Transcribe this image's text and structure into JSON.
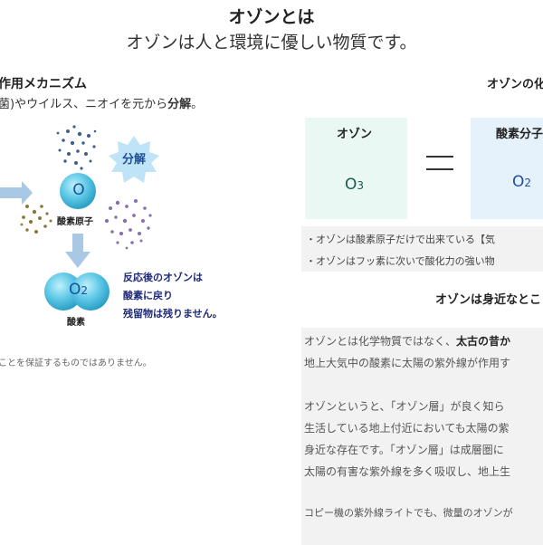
{
  "header": {
    "title": "オゾンとは",
    "subtitle": "オゾンは人と環境に優しい物質です。"
  },
  "mechanism": {
    "heading": "作用メカニズム",
    "desc_prefix": "菌)やウイルス、ニオイを元から",
    "desc_bold": "分解",
    "desc_suffix": "。",
    "badge_label": "分解",
    "o_symbol": "O",
    "o_label": "酸素原子",
    "o2_symbol": "O",
    "o2_sub": "2",
    "o2_label": "酸素",
    "note_lines": [
      "反応後のオゾンは",
      "酸素に戻り",
      "残留物は残りません。"
    ],
    "disclaimer": "ことを保証するものではありません。"
  },
  "right": {
    "heading": "オゾンの化",
    "ozone_panel_title": "オゾン",
    "ozone_symbol": "O",
    "ozone_sub": "3",
    "oxygen_panel_title": "酸素分子",
    "oxygen_symbol": "O",
    "oxygen_sub": "2",
    "notes": [
      "・オゾンは酸素原子だけで出来ている【気",
      "・オゾンはフッ素に次いで酸化力の強い物"
    ],
    "sub_heading": "オゾンは身近なとこ",
    "para1_prefix": "オゾンとは化学物質ではなく、",
    "para1_bold": "太古の昔か",
    "para1_line2": "地上大気中の酸素に太陽の紫外線が作用す",
    "para2_lines": [
      "オゾンというと、「オゾン層」が良く知ら",
      "生活している地上付近においても太陽の紫",
      "身近な存在です。「オゾン層」は成層圏に",
      "太陽の有害な紫外線を多く吸収し、地上生"
    ],
    "para3": "コピー機の紫外線ライトでも、微量のオゾンが"
  },
  "colors": {
    "molecule_fill": "#5ec8e6",
    "ozone_molecule": "#58d6b0",
    "arrow": "#a8c8e6",
    "navy_text": "#1f2a78"
  }
}
